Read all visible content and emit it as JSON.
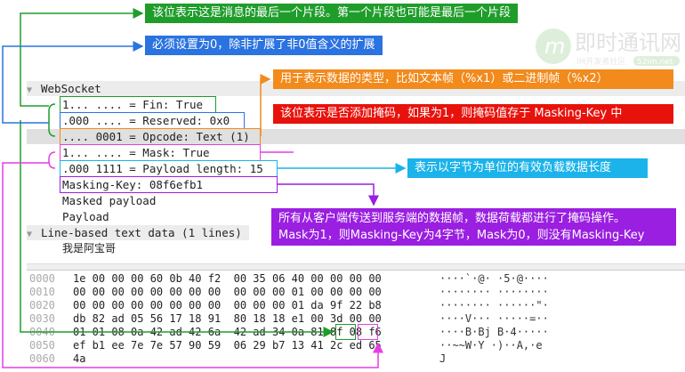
{
  "callouts": {
    "fin": "该位表示这是消息的最后一个片段。第一个片段也可能是最后一个片段",
    "reserved": "必须设置为0，除非扩展了非0值含义的扩展",
    "opcode": "用于表示数据的类型，比如文本帧（%x1）或二进制帧（%x2）",
    "mask": "该位表示是否添加掩码，如果为1，则掩码值存于 Masking-Key 中",
    "payload_length": "表示以字节为单位的有效负载数据长度",
    "masking_key_line1": "所有从客户端传送到服务端的数据帧，数据荷载都进行了掩码操作。",
    "masking_key_line2": "Mask为1，则Masking-Key为4字节，Mask为0，则没有Masking-Key"
  },
  "colors": {
    "green": "#1f9d2b",
    "blue": "#2a73e0",
    "orange": "#f28a1c",
    "red": "#e8120c",
    "cyan": "#1bb3ea",
    "purple": "#9a1fe0",
    "magenta": "#e43fe3"
  },
  "logo": {
    "title": "即时通讯网",
    "subtitle": "IM开发者社区",
    "site": "52im.net"
  },
  "tree": {
    "websocket": "WebSocket",
    "fin": "1... .... = Fin: True",
    "reserved": ".000 .... = Reserved: 0x0",
    "opcode": ".... 0001 = Opcode: Text (1)",
    "mask": "1... .... = Mask: True",
    "payload_length": ".000 1111 = Payload length: 15",
    "masking_key": "Masking-Key: 08f6efb1",
    "masked_payload": "Masked payload",
    "payload": "Payload",
    "line_based": "Line-based text data (1 lines)",
    "text": "我是阿宝哥"
  },
  "hex": [
    {
      "offset": "0000",
      "bytes": "1e 00 00 00 60 0b 40 f2  00 35 06 40 00 00 00 00",
      "ascii": "····`·@· ·5·@····"
    },
    {
      "offset": "0010",
      "bytes": "00 00 00 00 00 00 00 00  00 00 00 01 00 00 00 00",
      "ascii": "········ ········"
    },
    {
      "offset": "0020",
      "bytes": "00 00 00 00 00 00 00 00  00 00 00 01 da 9f 22 b8",
      "ascii": "········ ······\"·"
    },
    {
      "offset": "0030",
      "bytes": "db 82 ad 05 56 17 18 91  80 18 18 e1 00 3d 00 00",
      "ascii": "····V··· ·····=··"
    },
    {
      "offset": "0040",
      "bytes": "01 01 08 0a 42 ad 42 6a  42 ad 34 0a 81 8f 08 f6",
      "ascii": "····B·Bj B·4·····"
    },
    {
      "offset": "0050",
      "bytes": "ef b1 ee 7e 7e 57 90 59  06 29 b7 13 41 2c ed 65",
      "ascii": "··~~W·Y ·)··A,·e"
    },
    {
      "offset": "0060",
      "bytes": "4a",
      "ascii": "J"
    }
  ]
}
